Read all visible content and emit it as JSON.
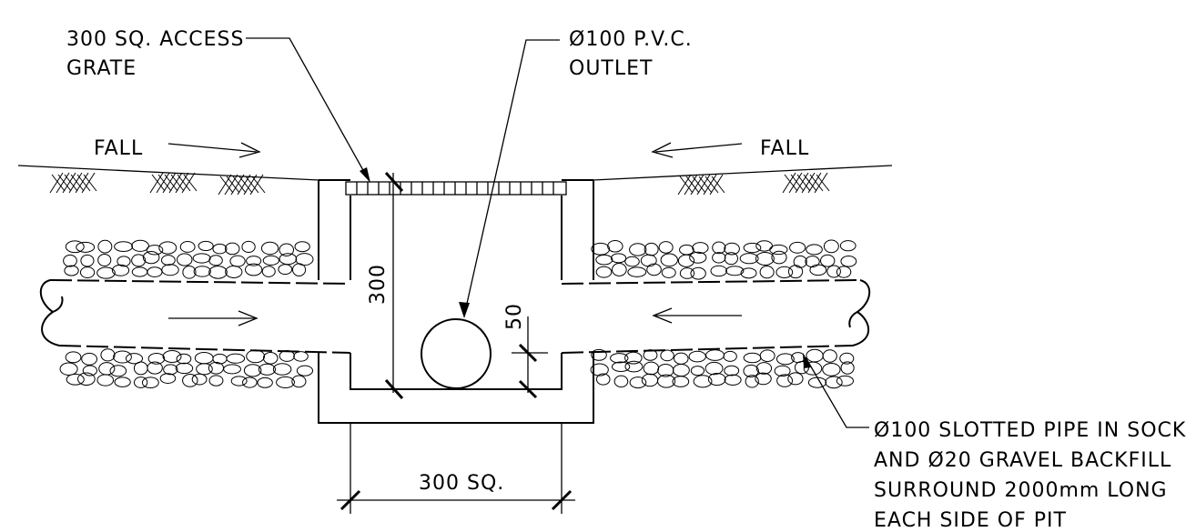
{
  "labels": {
    "access_grate": [
      "300 SQ. ACCESS",
      "GRATE"
    ],
    "pvc_outlet": [
      "Ø100 P.V.C.",
      "OUTLET"
    ],
    "fall_left": "FALL",
    "fall_right": "FALL",
    "slotted_pipe": [
      "Ø100 SLOTTED PIPE IN SOCK",
      "AND Ø20 GRAVEL BACKFILL",
      "SURROUND 2000mm LONG",
      "EACH SIDE OF PIT"
    ]
  },
  "dimensions": {
    "depth": "300",
    "clearance": "50",
    "width": "300 SQ."
  }
}
